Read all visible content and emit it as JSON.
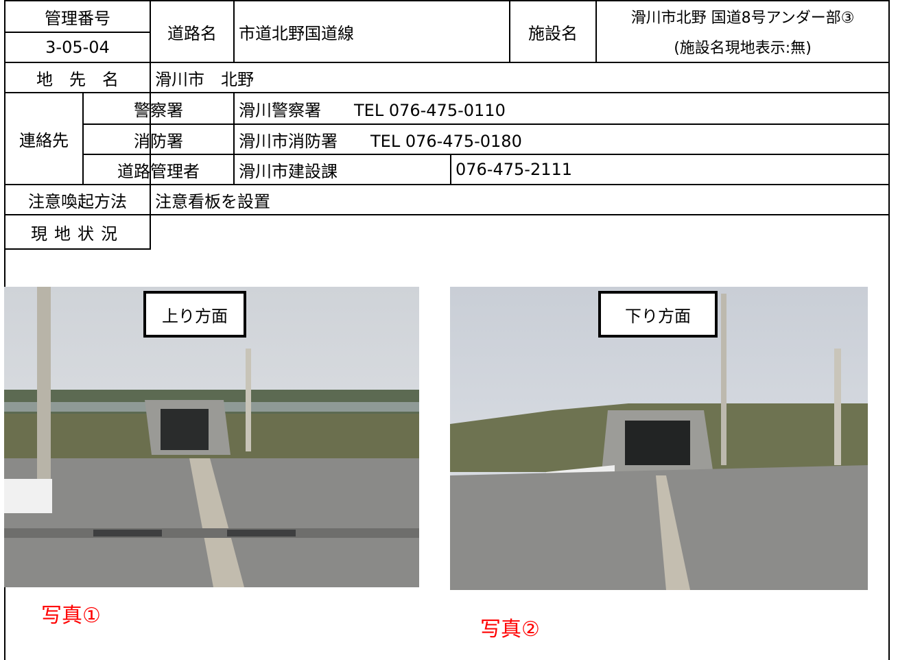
{
  "header": {
    "mgmt_label": "管理番号",
    "mgmt_value": "3-05-04",
    "road_label": "道路名",
    "road_value": "市道北野国道線",
    "facility_label": "施設名",
    "facility_line1": "滑川市北野  国道8号アンダー部③",
    "facility_line2": "(施設名現地表示:無)"
  },
  "location": {
    "label": "地　先　名",
    "value": "滑川市　北野"
  },
  "contact": {
    "label": "連絡先",
    "police_label": "警察署",
    "police_value": "滑川警察署　　TEL  076-475-0110",
    "fire_label": "消防署",
    "fire_value": "滑川市消防署　　TEL  076-475-0180",
    "road_admin_label": "道路管理者",
    "road_admin_value": "滑川市建設課",
    "road_admin_tel": "076-475-2111"
  },
  "caution": {
    "label": "注意喚起方法",
    "value": "注意看板を設置"
  },
  "status": {
    "label": "現地状況"
  },
  "photos": [
    {
      "direction": "上り方面",
      "caption": "写真①"
    },
    {
      "direction": "下り方面",
      "caption": "写真②"
    }
  ]
}
